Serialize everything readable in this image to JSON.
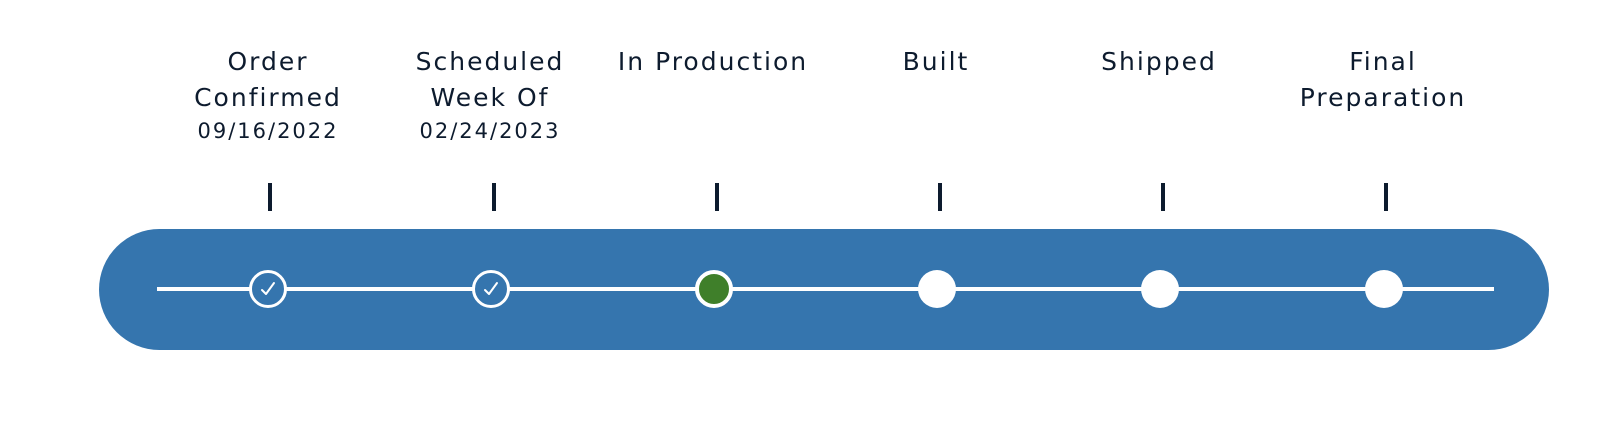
{
  "colors": {
    "track": "#3575ae",
    "line": "#ffffff",
    "text": "#0d1b2e",
    "current_dot": "#3f7f2a"
  },
  "stages": [
    {
      "title": "Order Confirmed",
      "date": "09/16/2022",
      "status": "complete",
      "icon": "check-icon"
    },
    {
      "title": "Scheduled Week Of",
      "date": "02/24/2023",
      "status": "complete",
      "icon": "check-icon"
    },
    {
      "title": "In Production",
      "date": "",
      "status": "current",
      "icon": "current-dot-icon"
    },
    {
      "title": "Built",
      "date": "",
      "status": "pending",
      "icon": ""
    },
    {
      "title": "Shipped",
      "date": "",
      "status": "pending",
      "icon": ""
    },
    {
      "title": "Final Preparation",
      "date": "",
      "status": "pending",
      "icon": ""
    }
  ]
}
